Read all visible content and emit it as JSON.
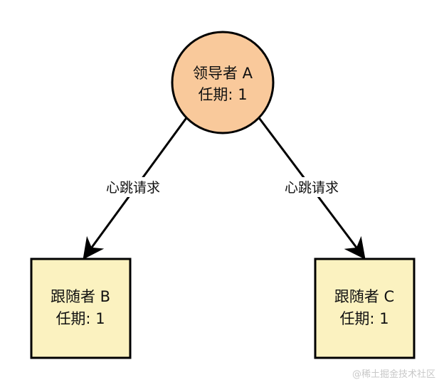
{
  "diagram": {
    "leader": {
      "line1": "领导者 A",
      "line2": "任期: 1",
      "fill": "#f9c99b",
      "stroke": "#000000"
    },
    "follower_b": {
      "line1": "跟随者 B",
      "line2": "任期: 1",
      "fill": "#fbf2c0",
      "stroke": "#000000"
    },
    "follower_c": {
      "line1": "跟随者 C",
      "line2": "任期: 1",
      "fill": "#fbf2c0",
      "stroke": "#000000"
    },
    "edge_left_label": "心跳请求",
    "edge_right_label": "心跳请求",
    "edge_color": "#000000"
  },
  "watermark": "@稀土掘金技术社区"
}
